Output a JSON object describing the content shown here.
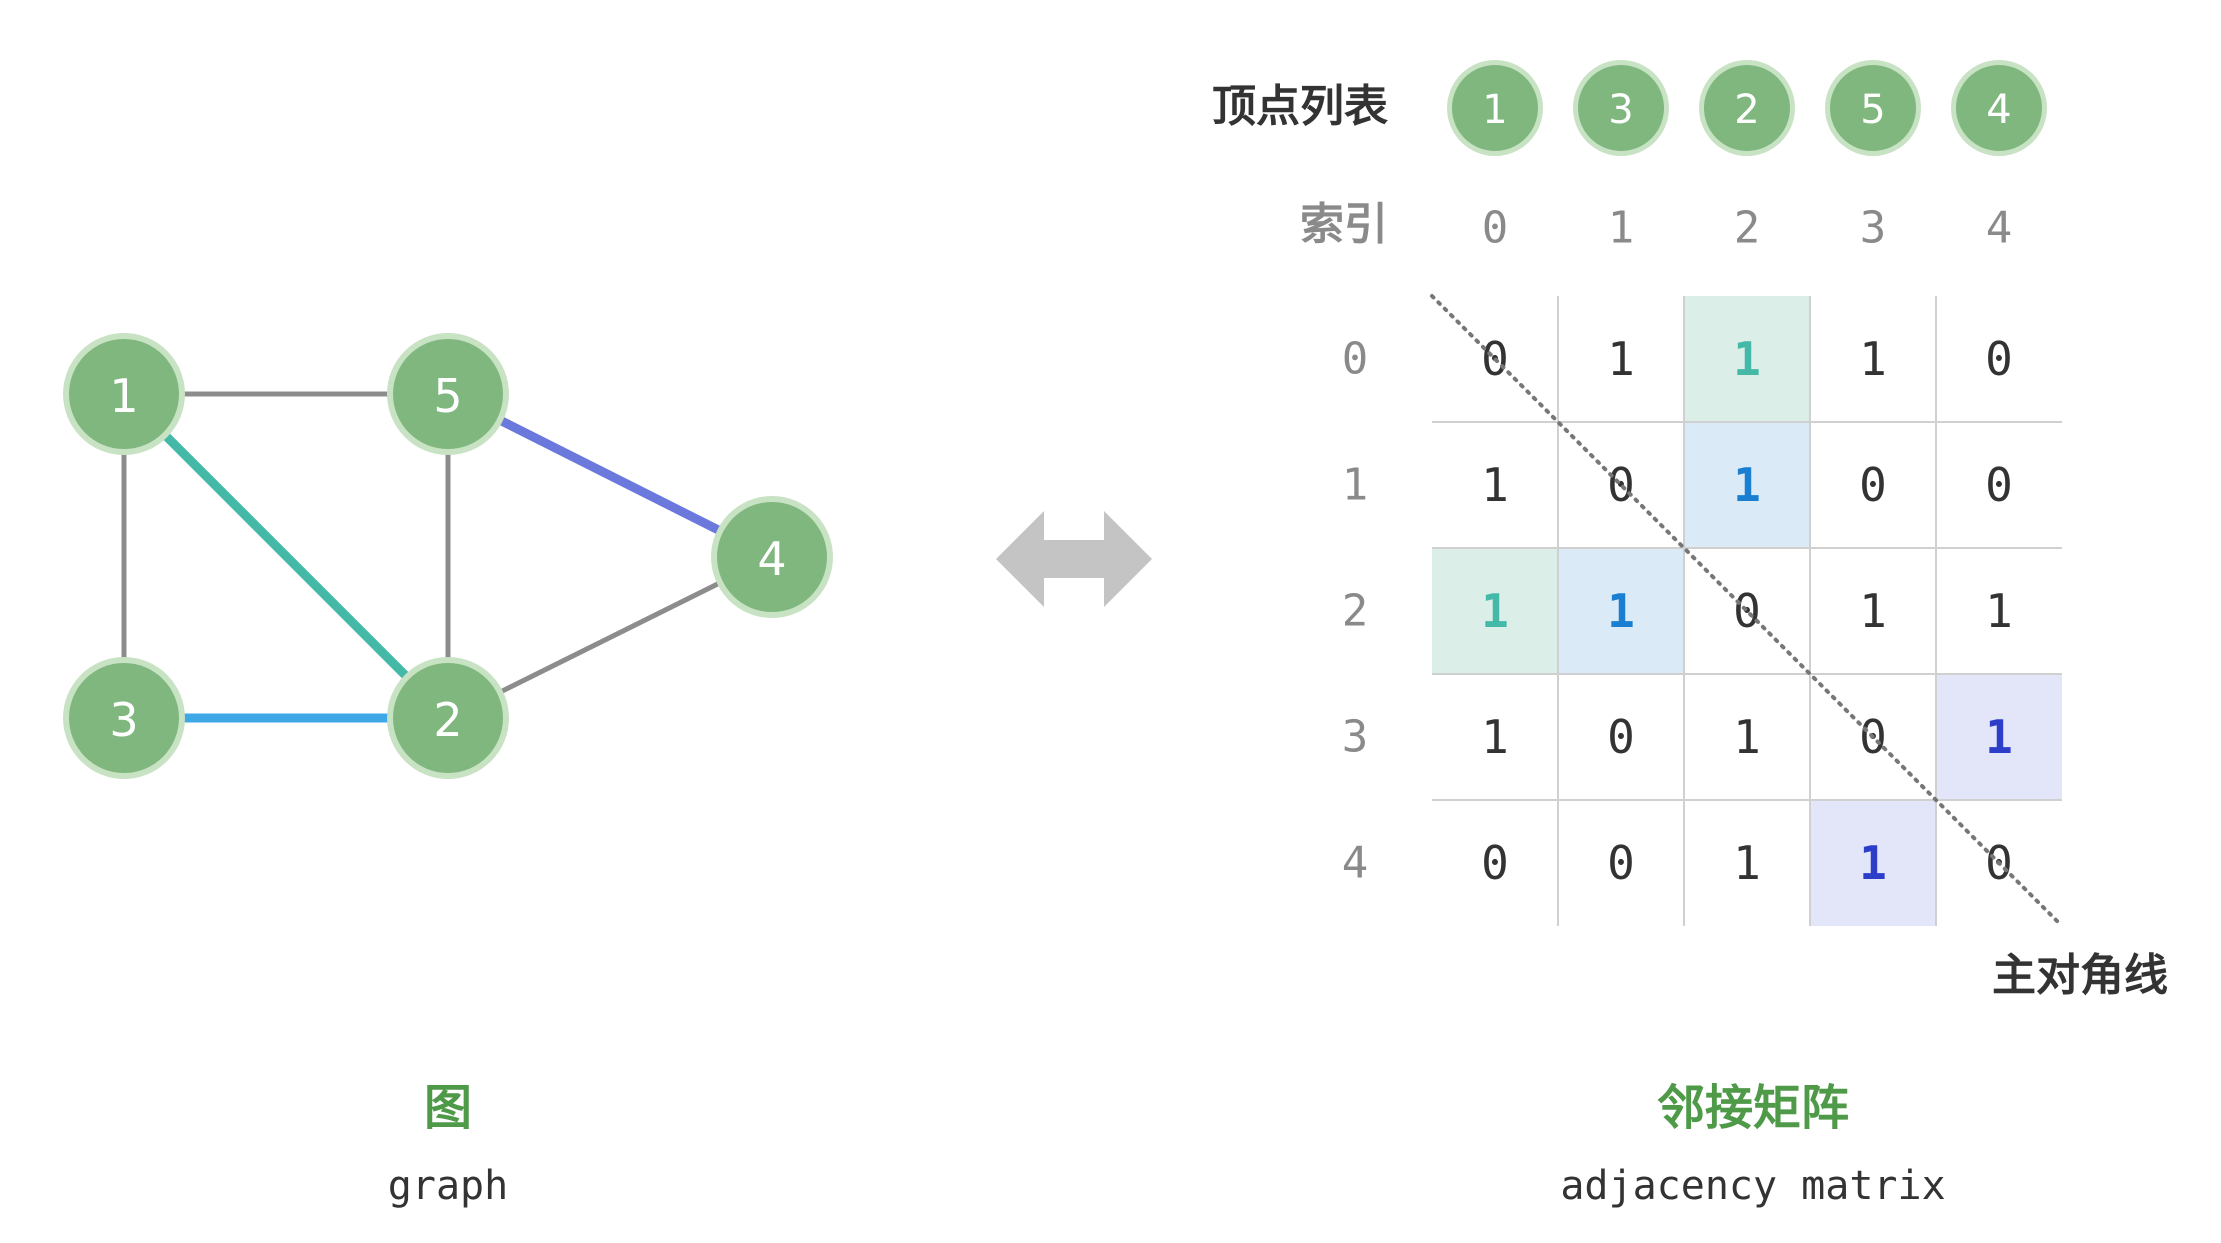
{
  "colors": {
    "node_fill": "#7fb77e",
    "node_ring": "#c8e2c4",
    "edge_default": "#8c8c8c",
    "edge_teal": "#45b9a8",
    "edge_blue": "#3ea7e6",
    "edge_indigo": "#6b78dc",
    "caption_green": "#4f9a48",
    "text_dark": "#333333",
    "text_gray": "#8a8a8a",
    "grid": "#d0d0d0",
    "arrow": "#c4c4c4",
    "hl_teal_bg": "#dbeee8",
    "hl_blue_bg": "#daeaf7",
    "hl_indigo_bg": "#e3e6f8",
    "hl_teal_text": "#45b9a8",
    "hl_blue_text": "#1a7fd0",
    "hl_indigo_text": "#2c3ec9"
  },
  "graph": {
    "nodes": [
      "1",
      "5",
      "4",
      "3",
      "2"
    ],
    "edges": [
      {
        "from": "1",
        "to": "5",
        "style": "default"
      },
      {
        "from": "1",
        "to": "3",
        "style": "default"
      },
      {
        "from": "1",
        "to": "2",
        "style": "teal"
      },
      {
        "from": "5",
        "to": "2",
        "style": "default"
      },
      {
        "from": "5",
        "to": "4",
        "style": "indigo"
      },
      {
        "from": "3",
        "to": "2",
        "style": "blue"
      },
      {
        "from": "2",
        "to": "4",
        "style": "default"
      }
    ],
    "caption": "图",
    "subcaption": "graph"
  },
  "matrix": {
    "vertex_list_label": "顶点列表",
    "vertex_list": [
      "1",
      "3",
      "2",
      "5",
      "4"
    ],
    "index_label": "索引",
    "indices": [
      "0",
      "1",
      "2",
      "3",
      "4"
    ],
    "rows": [
      [
        "0",
        "1",
        "1",
        "1",
        "0"
      ],
      [
        "1",
        "0",
        "1",
        "0",
        "0"
      ],
      [
        "1",
        "1",
        "0",
        "1",
        "1"
      ],
      [
        "1",
        "0",
        "1",
        "0",
        "1"
      ],
      [
        "0",
        "0",
        "1",
        "1",
        "0"
      ]
    ],
    "highlights": [
      {
        "row": 0,
        "col": 2,
        "style": "teal"
      },
      {
        "row": 2,
        "col": 0,
        "style": "teal"
      },
      {
        "row": 1,
        "col": 2,
        "style": "blue"
      },
      {
        "row": 2,
        "col": 1,
        "style": "blue"
      },
      {
        "row": 3,
        "col": 4,
        "style": "indigo"
      },
      {
        "row": 4,
        "col": 3,
        "style": "indigo"
      }
    ],
    "diagonal_label": "主对角线",
    "caption": "邻接矩阵",
    "subcaption": "adjacency matrix"
  }
}
